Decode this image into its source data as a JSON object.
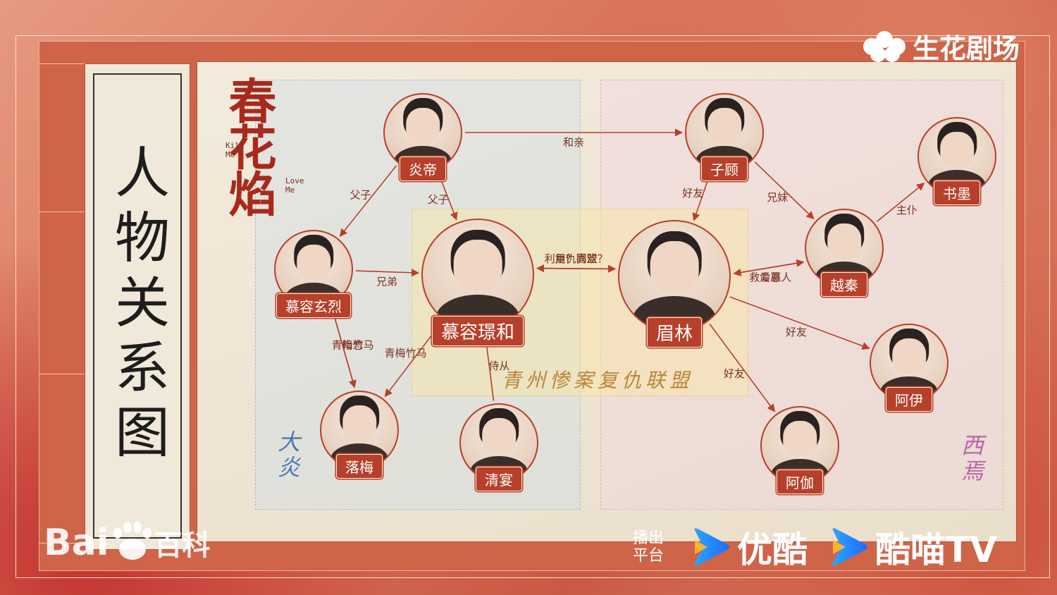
{
  "title": "人物关系图",
  "show": {
    "title": "春花焰",
    "subtitle_a": "Kill\nMe",
    "subtitle_b": "Love\nMe"
  },
  "studio": "生花剧场",
  "watermark": {
    "left": "Bai",
    "right": "百科"
  },
  "platform": {
    "label": "播出\n平台",
    "names": [
      "优酷",
      "酷喵TV"
    ]
  },
  "regions": {
    "left": "大炎",
    "right": "西焉",
    "center": "青州惨案复仇联盟"
  },
  "colors": {
    "accent": "#b6402a",
    "edge": "#b6402a",
    "left_region": "#4c7bb8",
    "right_region": "#b867a6"
  },
  "characters": [
    {
      "id": "yandi",
      "name": "炎帝"
    },
    {
      "id": "murongxuanlie",
      "name": "慕容玄烈"
    },
    {
      "id": "murongjinghe",
      "name": "慕容璟和"
    },
    {
      "id": "luomei",
      "name": "落梅"
    },
    {
      "id": "qingyan",
      "name": "清宴"
    },
    {
      "id": "zigu",
      "name": "子顾"
    },
    {
      "id": "meilin",
      "name": "眉林"
    },
    {
      "id": "shumo",
      "name": "书墨"
    },
    {
      "id": "yueqin",
      "name": "越秦"
    },
    {
      "id": "ayi",
      "name": "阿伊"
    },
    {
      "id": "aqie",
      "name": "阿伽"
    }
  ],
  "relations": [
    {
      "from": "yandi",
      "to": "zigu",
      "label": "和亲"
    },
    {
      "from": "yandi",
      "to": "murongxuanlie",
      "label": "父子"
    },
    {
      "from": "yandi",
      "to": "murongjinghe",
      "label": "父子"
    },
    {
      "from": "murongxuanlie",
      "to": "murongjinghe",
      "label": "兄弟"
    },
    {
      "from": "murongxuanlie",
      "to": "luomei",
      "label": "暗恋"
    },
    {
      "from": "luomei",
      "to": "murongxuanlie",
      "label": "青梅竹马"
    },
    {
      "from": "murongjinghe",
      "to": "luomei",
      "label": "青梅竹马"
    },
    {
      "from": "qingyan",
      "to": "murongjinghe",
      "label": "侍从"
    },
    {
      "from": "murongjinghe",
      "to": "meilin",
      "label": "复仇同盟"
    },
    {
      "from": "meilin",
      "to": "murongjinghe",
      "label": "利用？喜欢？"
    },
    {
      "from": "zigu",
      "to": "meilin",
      "label": "好友"
    },
    {
      "from": "zigu",
      "to": "yueqin",
      "label": "兄妹"
    },
    {
      "from": "yueqin",
      "to": "shumo",
      "label": "主仆"
    },
    {
      "from": "yueqin",
      "to": "meilin",
      "label": "救命恩人"
    },
    {
      "from": "meilin",
      "to": "yueqin",
      "label": "爱慕"
    },
    {
      "from": "meilin",
      "to": "ayi",
      "label": "好友"
    },
    {
      "from": "meilin",
      "to": "aqie",
      "label": "好友"
    }
  ]
}
